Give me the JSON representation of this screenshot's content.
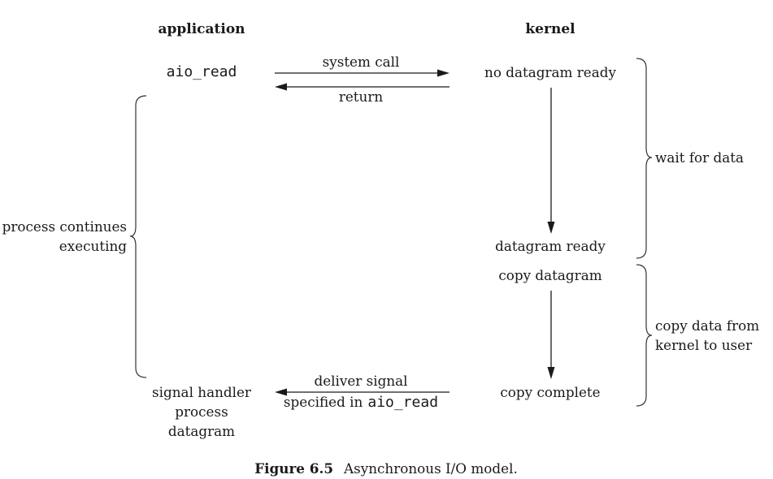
{
  "headers": {
    "application": "application",
    "kernel": "kernel"
  },
  "application": {
    "call": "aio_read",
    "continues": [
      "process continues",
      "executing"
    ],
    "signal_handler": [
      "signal handler",
      "process",
      "datagram"
    ]
  },
  "messages": {
    "system_call": "system call",
    "return": "return",
    "deliver_signal": "deliver signal",
    "specified_in": "specified in",
    "specified_fn": "aio_read"
  },
  "kernel": {
    "no_datagram_ready": "no datagram ready",
    "datagram_ready": "datagram ready",
    "copy_datagram": "copy datagram",
    "copy_complete": "copy complete"
  },
  "phases": {
    "wait": "wait for data",
    "copy": [
      "copy data from",
      "kernel to user"
    ]
  },
  "caption": {
    "label": "Figure 6.5",
    "text": "Asynchronous I/O model."
  }
}
